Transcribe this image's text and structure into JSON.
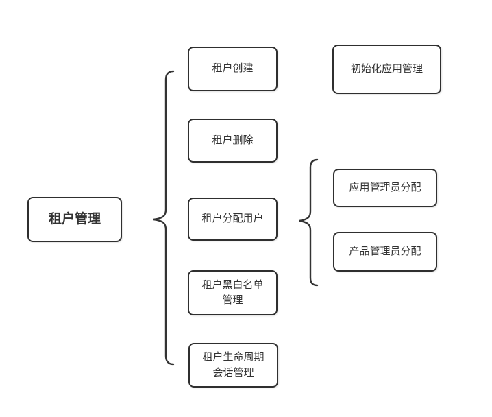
{
  "diagram": {
    "root": {
      "label": "租户管理"
    },
    "standalone": {
      "label": "初始化应用管理"
    },
    "children": [
      {
        "label": "租户创建"
      },
      {
        "label": "租户删除"
      },
      {
        "label": "租户分配用户"
      },
      {
        "label": "租户黑白名单\n管理"
      },
      {
        "label": "租户生命周期\n会话管理"
      }
    ],
    "assign_user_children": [
      {
        "label": "应用管理员分配"
      },
      {
        "label": "产品管理员分配"
      }
    ],
    "colors": {
      "background": "#ffffff",
      "node_fill": "#ffffff",
      "node_border": "#2f2f2f",
      "text": "#333333",
      "brace": "#333333"
    }
  }
}
